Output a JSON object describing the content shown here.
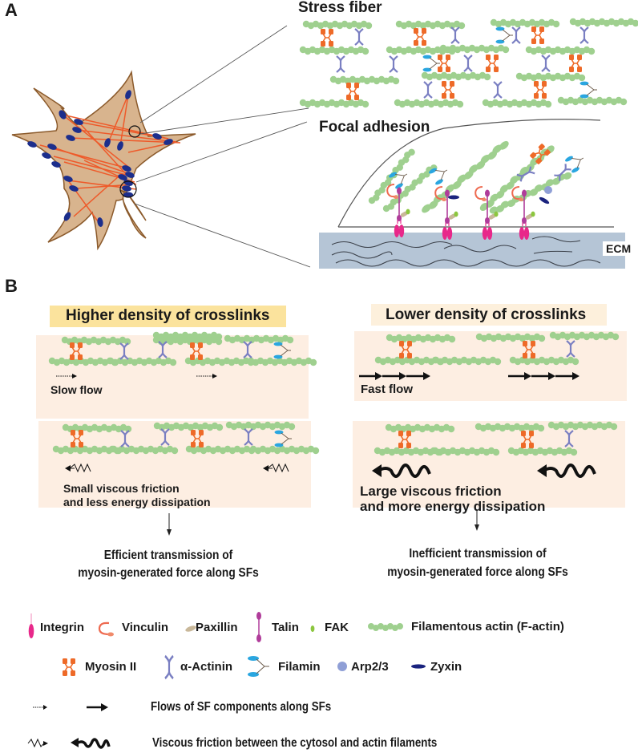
{
  "panel_a": {
    "label": "A",
    "stress_fiber_title": "Stress fiber",
    "focal_adhesion_title": "Focal adhesion",
    "ecm_label": "ECM"
  },
  "panel_b": {
    "label": "B",
    "left": {
      "header": "Higher density of  crosslinks",
      "flow_caption": "Slow flow",
      "friction_caption_line1": "Small viscous friction",
      "friction_caption_line2": "and less energy dissipation",
      "result_line1": "Efficient transmission of",
      "result_line2": "myosin-generated force along SFs"
    },
    "right": {
      "header": "Lower density of  crosslinks",
      "flow_caption": "Fast flow",
      "friction_caption_line1": "Large viscous friction",
      "friction_caption_line2": "and more energy dissipation",
      "result_line1": "Inefficient transmission of",
      "result_line2": "myosin-generated force along SFs"
    }
  },
  "legend": {
    "row1": [
      {
        "icon": "integrin-icon",
        "label": "Integrin"
      },
      {
        "icon": "vinculin-icon",
        "label": "Vinculin"
      },
      {
        "icon": "paxillin-icon",
        "label": "Paxillin"
      },
      {
        "icon": "talin-icon",
        "label": "Talin"
      },
      {
        "icon": "fak-icon",
        "label": "FAK"
      },
      {
        "icon": "f-actin-icon",
        "label": "Filamentous actin (F-actin)"
      }
    ],
    "row2": [
      {
        "icon": "myosin-ii-icon",
        "label": "Myosin II"
      },
      {
        "icon": "alpha-actinin-icon",
        "label": "α-Actinin"
      },
      {
        "icon": "filamin-icon",
        "label": "Filamin"
      },
      {
        "icon": "arp23-icon",
        "label": "Arp2/3"
      },
      {
        "icon": "zyxin-icon",
        "label": "Zyxin"
      }
    ],
    "flows_label": "Flows of SF components along SFs",
    "friction_label": "Viscous friction between the cytosol and actin filaments"
  },
  "colors": {
    "actin": "#9fd08f",
    "myosin": "#ee6a28",
    "alpha_actinin": "#7a7fc2",
    "filamin": "#2aa6e0",
    "integrin": "#e8288a",
    "talin": "#b03c9a",
    "vinculin": "#ee6a50",
    "paxillin": "#c9b89a",
    "fak": "#8cc63f",
    "arp23": "#8f9fd6",
    "zyxin": "#1a237e",
    "cell_fill": "#d8b48e",
    "cell_stroke": "#8b5a2b",
    "stress_fiber_line": "#ee5a2a",
    "focal_adhesion_dot": "#1c2e8c",
    "ecm": "#b5c5d6",
    "box_bg": "#fdeee2",
    "header_high": "#fbe39d",
    "header_low": "#fdf0dc"
  }
}
